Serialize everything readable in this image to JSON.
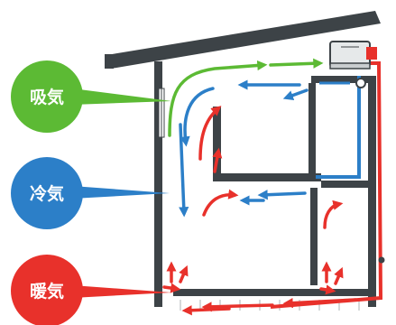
{
  "labels": {
    "intake": "吸気",
    "cool": "冷気",
    "warm": "暖気"
  },
  "colors": {
    "intake": "#5cba34",
    "cool": "#2c7fc8",
    "warm": "#e8312b",
    "wall": "#3d4347",
    "paper": "#ffffff"
  },
  "icons": {
    "unit": "air-conditioner-unit-icon"
  }
}
